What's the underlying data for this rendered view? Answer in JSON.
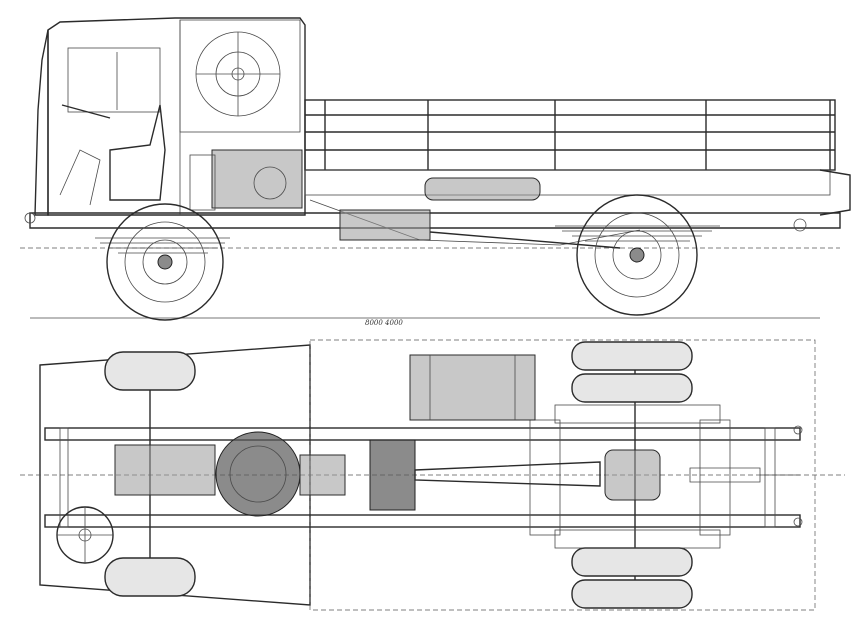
{
  "drawing": {
    "dimension_label": "8000 4000"
  },
  "views": [
    {
      "view": "side"
    },
    {
      "view": "top"
    }
  ]
}
